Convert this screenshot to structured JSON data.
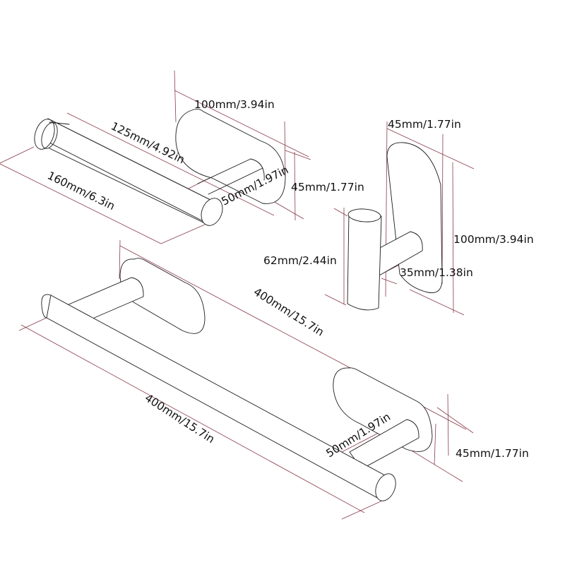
{
  "figure": {
    "background": "#ffffff",
    "outline_color": "#1a1a1a",
    "dimension_color": "#8a3a4a"
  },
  "toilet_paper_holder": {
    "labels": {
      "plate_length": "100mm/3.94in",
      "rod_length": "125mm/4.92in",
      "overall_length": "160mm/6.3in",
      "projection": "50mm/1.97in",
      "plate_width": "45mm/1.77in"
    }
  },
  "robe_hook": {
    "labels": {
      "plate_width": "45mm/1.77in",
      "plate_height": "100mm/3.94in",
      "hook_height": "62mm/2.44in",
      "projection": "35mm/1.38in"
    }
  },
  "towel_bar": {
    "labels": {
      "mount_span": "400mm/15.7in",
      "bar_length": "400mm/15.7in",
      "projection": "50mm/1.97in",
      "plate_width": "45mm/1.77in"
    }
  }
}
